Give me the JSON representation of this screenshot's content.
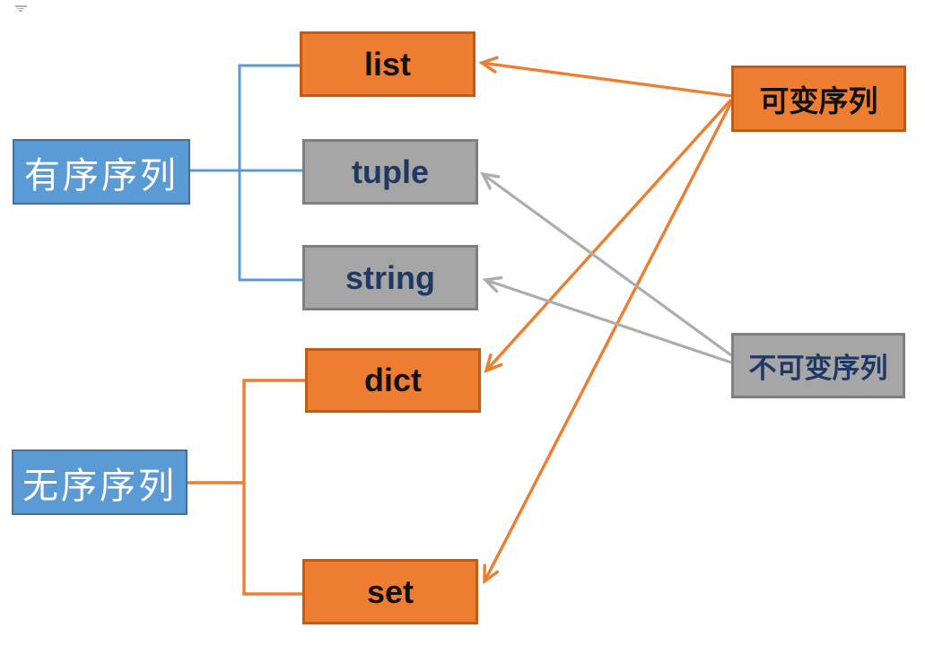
{
  "colors": {
    "canvas_bg": "#FFFFFF",
    "orange_fill": "#ED7D31",
    "orange_border": "#C55A11",
    "gray_fill": "#A6A6A6",
    "gray_border": "#7F7F7F",
    "gray_line": "#ADADAD",
    "blue_fill": "#5B9BD5",
    "blue_border": "#41719C",
    "navy_text": "#1F3864",
    "black_text": "#111111",
    "white_text": "#FFFFFF",
    "marker_gray": "#B3B3B3"
  },
  "nodes": {
    "ordered": {
      "label": "有序序列",
      "fill": "blue",
      "text_color": "white"
    },
    "unordered": {
      "label": "无序序列",
      "fill": "blue",
      "text_color": "white"
    },
    "list": {
      "label": "list",
      "fill": "orange",
      "text_color": "black"
    },
    "tuple": {
      "label": "tuple",
      "fill": "gray",
      "text_color": "navy"
    },
    "string": {
      "label": "string",
      "fill": "gray",
      "text_color": "navy"
    },
    "dict": {
      "label": "dict",
      "fill": "orange",
      "text_color": "black"
    },
    "set": {
      "label": "set",
      "fill": "orange",
      "text_color": "black"
    },
    "mutable": {
      "label": "可变序列",
      "fill": "orange",
      "text_color": "black"
    },
    "immutable": {
      "label": "不可变序列",
      "fill": "gray",
      "text_color": "navy"
    }
  },
  "edges": [
    {
      "from": "有序序列",
      "to": "list",
      "style": "elbow",
      "color": "blue",
      "arrow": false
    },
    {
      "from": "有序序列",
      "to": "tuple",
      "style": "elbow",
      "color": "blue",
      "arrow": false
    },
    {
      "from": "有序序列",
      "to": "string",
      "style": "elbow",
      "color": "blue",
      "arrow": false
    },
    {
      "from": "无序序列",
      "to": "dict",
      "style": "elbow",
      "color": "orange",
      "arrow": false
    },
    {
      "from": "无序序列",
      "to": "set",
      "style": "elbow",
      "color": "orange",
      "arrow": false
    },
    {
      "from": "可变序列",
      "to": "list",
      "style": "straight",
      "color": "orange",
      "arrow": true
    },
    {
      "from": "可变序列",
      "to": "dict",
      "style": "straight",
      "color": "orange",
      "arrow": true
    },
    {
      "from": "可变序列",
      "to": "set",
      "style": "straight",
      "color": "orange",
      "arrow": true
    },
    {
      "from": "不可变序列",
      "to": "tuple",
      "style": "straight",
      "color": "gray",
      "arrow": true
    },
    {
      "from": "不可变序列",
      "to": "string",
      "style": "straight",
      "color": "gray",
      "arrow": true
    }
  ]
}
